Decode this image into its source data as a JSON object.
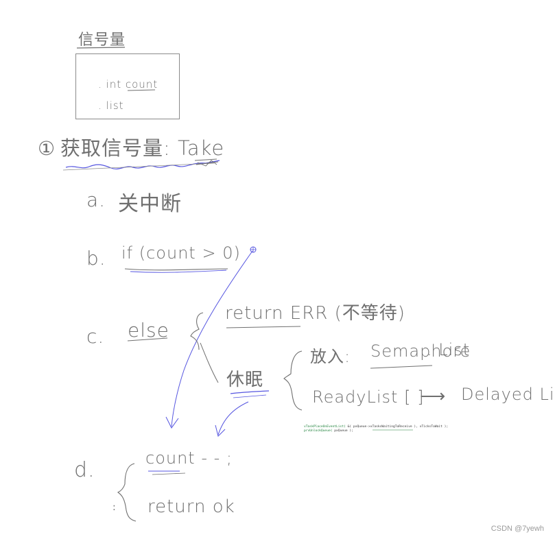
{
  "colors": {
    "ink": "#6f6f6f",
    "pen_blue": "#5555e0",
    "code_green": "#1a7f37",
    "code_blue": "#3b5bdb"
  },
  "header": {
    "title": "信号量"
  },
  "struct_box": {
    "field1": ". int count",
    "field2": ". list"
  },
  "section": {
    "number": "①",
    "title": "获取信号量: Take"
  },
  "steps": {
    "a_label": "a.",
    "a_text": "关中断",
    "b_label": "b.",
    "b_text": "if (count > 0)",
    "c_label": "c.",
    "c_text": "else",
    "c_return": "return ERR (不等待)",
    "c_sleep": "休眠",
    "c_put_into": "放入:",
    "c_semaphore": "Semaphore",
    "c_list": ". List",
    "c_readylist": "ReadyList [ ]",
    "c_arrow": "⟶",
    "c_delayed": "Delayed List",
    "d_label": "d.",
    "d_count": "count - - ;",
    "d_return": "return ok"
  },
  "code_snippet": {
    "line1_fn": "vTaskPlaceOnEventList(",
    "line1_args": " &( pxQueue->xTasksWaitingToReceive ), xTicksToWait );",
    "line2_fn": "prvUnlockQueue(",
    "line2_args": " pxQueue );"
  },
  "watermark": "CSDN @7yewh"
}
